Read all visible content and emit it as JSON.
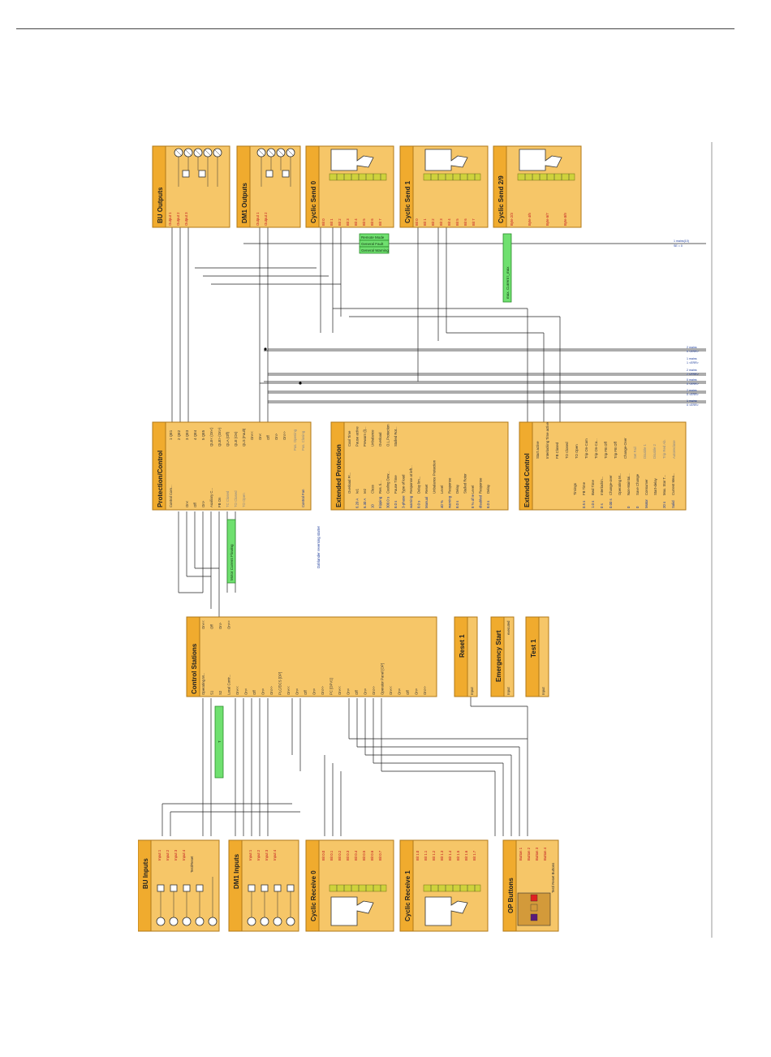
{
  "blocks": {
    "bu_outputs": {
      "title": "BU Outputs",
      "items": [
        "Output 1",
        "Output 2",
        "Output 3"
      ]
    },
    "dm1_outputs": {
      "title": "DM1 Outputs",
      "items": [
        "Output 1",
        "Output 2"
      ]
    },
    "cyclic_send_0": {
      "title": "Cyclic Send 0",
      "items": [
        "Bit 0",
        "Bit 1",
        "Bit 2",
        "Bit 3",
        "Bit 4",
        "Bit 5",
        "Bit 6",
        "Bit 7"
      ]
    },
    "cyclic_send_1": {
      "title": "Cyclic Send 1",
      "items": [
        "Bit 0",
        "Bit 1",
        "Bit 2",
        "Bit 3",
        "Bit 4",
        "Bit 5",
        "Bit 6",
        "Bit 7"
      ]
    },
    "cyclic_send_29": {
      "title": "Cyclic Send 2/9",
      "items": [
        "Byte 2/3",
        "Byte 4/5",
        "Byte 6/7",
        "Byte 8/9"
      ]
    },
    "protection_control": {
      "title": "Protection/Control",
      "left_items": [
        "Control Com...",
        "",
        "On<",
        "Off",
        "On>",
        "Auxiliary C...",
        "FB On",
        "TC Closed",
        "TO Closed",
        "TO Open"
      ],
      "right_items": [
        "1 QE1",
        "2 QE2",
        "3 QE3",
        "4 QE4",
        "5 QE5",
        "QLE< (On<)",
        "QLE> (On>)",
        "QLA (Off)",
        "QLE (On)",
        "QLS (Fault)",
        "On<<",
        "On<",
        "Off",
        "On>",
        "On>>",
        "Pos. Opening",
        "Pos. Closing"
      ],
      "extra_left": "Control Fan",
      "note": "Dahlander reversing starter"
    },
    "extended_protection": {
      "title": "Extended Protection",
      "left_items": [
        "Overload Pr...",
        "Ie1",
        "Ie2",
        "Class",
        "Res. ti...",
        "Cooling Dow...",
        "Pause Time",
        "Type of load",
        "Response at left...",
        "Delay lim...",
        "Reset",
        "Unbalance Protection",
        "Level",
        "Response",
        "Delay",
        "Stalled Rotor",
        "Level",
        "Response",
        "Delay"
      ],
      "values": [
        "",
        "6.20 A",
        "6.30 A",
        "10",
        "tripping",
        "300.0 s",
        "8.0 s",
        "3-phase",
        "warning",
        "8.0 s",
        "Manual",
        "",
        "40 %",
        "warning",
        "8.0 s",
        "",
        "8 % of Ie",
        "disabled",
        "8.0 s"
      ],
      "right_items": [
        "Cool Time",
        "Pause active",
        "Prewarn (l)...",
        "Unbalance",
        "Overload",
        "O.L.Protection",
        "Stalled Rot..."
      ]
    },
    "extended_control": {
      "title": "Extended Control",
      "right_items": [
        "Start active",
        "Interlocking Time active",
        "FB Closed",
        "TO Closed",
        "TO Open",
        "Trip On-Com",
        "Trip On-Co...",
        "Trip FB Off",
        "Trip FB Off",
        "Change-Over",
        "Set Fail",
        "Disable 1",
        "Disable 2",
        "Trip Red Ab.",
        "Autoreclose"
      ],
      "left_items": [
        "Timings",
        "FB Time",
        "Bwd Time",
        "Interlockin...",
        "Change-over",
        "Operating M...",
        "Non-Maintai...",
        "Save Change",
        "Consumer",
        "Start-delay",
        "Max. Star T...",
        "Current Mea..."
      ],
      "values": [
        "",
        "0.5 s",
        "1.0 s",
        "0 s",
        "0.00 s",
        "",
        "0",
        "0",
        "Motor",
        "",
        "20 s",
        "Solid"
      ]
    },
    "control_stations": {
      "title": "Control Stations",
      "left_items": [
        "Operating M...",
        "S1",
        "S2",
        "Local Contr...",
        "On<<",
        "On<",
        "Off",
        "On>",
        "On>>",
        "PLC/DCS [DP]",
        "On<<",
        "On<",
        "Off",
        "On>",
        "On>>",
        "PC [DPV1]",
        "On<<",
        "On<",
        "Off",
        "On>",
        "On>>",
        "Operator Panel [OP]",
        "On<<",
        "On<",
        "Off",
        "On>",
        "On>>"
      ],
      "right_items": [
        "On<<",
        "Off",
        "On>",
        "On>>"
      ]
    },
    "reset_1": {
      "title": "Reset 1",
      "input": "Input"
    },
    "emergency_start": {
      "title": "Emergency Start",
      "input": "Input",
      "output": "executed"
    },
    "test_1": {
      "title": "Test 1",
      "input": "Input"
    },
    "bu_inputs": {
      "title": "BU Inputs",
      "items": [
        "Input 1",
        "Input 2",
        "Input 3",
        "Input 4",
        "Test/Reset"
      ]
    },
    "dm1_inputs": {
      "title": "DM1 Inputs",
      "items": [
        "Input 1",
        "Input 2",
        "Input 3",
        "Input 4"
      ]
    },
    "cyclic_receive_0": {
      "title": "Cyclic Receive 0",
      "items": [
        "Bit 0.0",
        "Bit 0.1",
        "Bit 0.2",
        "Bit 0.3",
        "Bit 0.4",
        "Bit 0.5",
        "Bit 0.6",
        "Bit 0.7"
      ]
    },
    "cyclic_receive_1": {
      "title": "Cyclic Receive 1",
      "items": [
        "Bit 1.0",
        "Bit 1.1",
        "Bit 1.2",
        "Bit 1.3",
        "Bit 1.4",
        "Bit 1.5",
        "Bit 1.6",
        "Bit 1.7"
      ]
    },
    "op_buttons": {
      "title": "OP Buttons",
      "items": [
        "Button 1",
        "Button 2",
        "Button 3",
        "Button 4",
        "Test/ Reset Buttons"
      ]
    }
  },
  "green_labels": {
    "remote_mode": "Remote Mode",
    "general_fault": "General Fault",
    "general_warning": "General Warning",
    "max_current": "max. Current I_max",
    "motor_current_flowing": "Motor Current Flowing",
    "t_box": "T"
  },
  "signals": [
    "2 mains",
    "0 <ERR>",
    "1 mains",
    "1 <ERR>",
    "2 mains",
    "2 <ERR>",
    "0 mains",
    "0 <ERR>",
    "2 mains",
    "0 <ERR>",
    "1 mains",
    "0 <ERR>"
  ],
  "top_signal": [
    "1 mains(10)",
    "SE = 0"
  ],
  "colors": {
    "block_fill": "#f6c668",
    "header_fill": "#f0ab2e",
    "green": "#6fe06f",
    "red_label": "#c0141e",
    "blue_label": "#1a3a9a"
  }
}
